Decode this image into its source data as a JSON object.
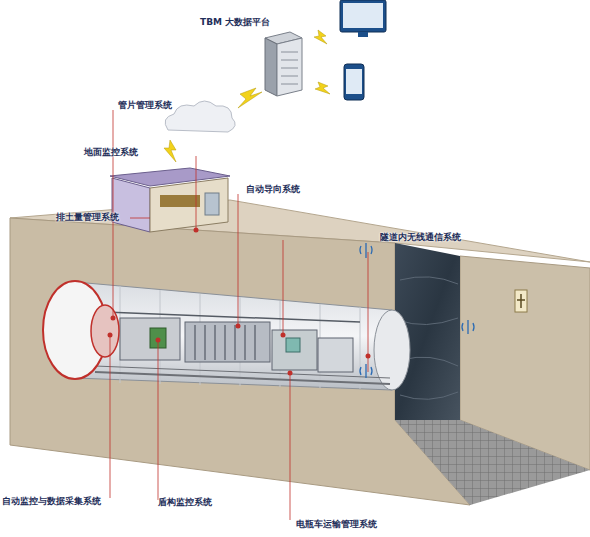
{
  "diagram": {
    "labels": [
      "TBM 大数据平台",
      "管片管理系统",
      "地面监控系统",
      "排土量管理系统",
      "自动导向系统",
      "隧道内无线通信系统",
      "自动监控与数据采集系统",
      "盾构监控系统",
      "电瓶车运输管理系统"
    ]
  }
}
